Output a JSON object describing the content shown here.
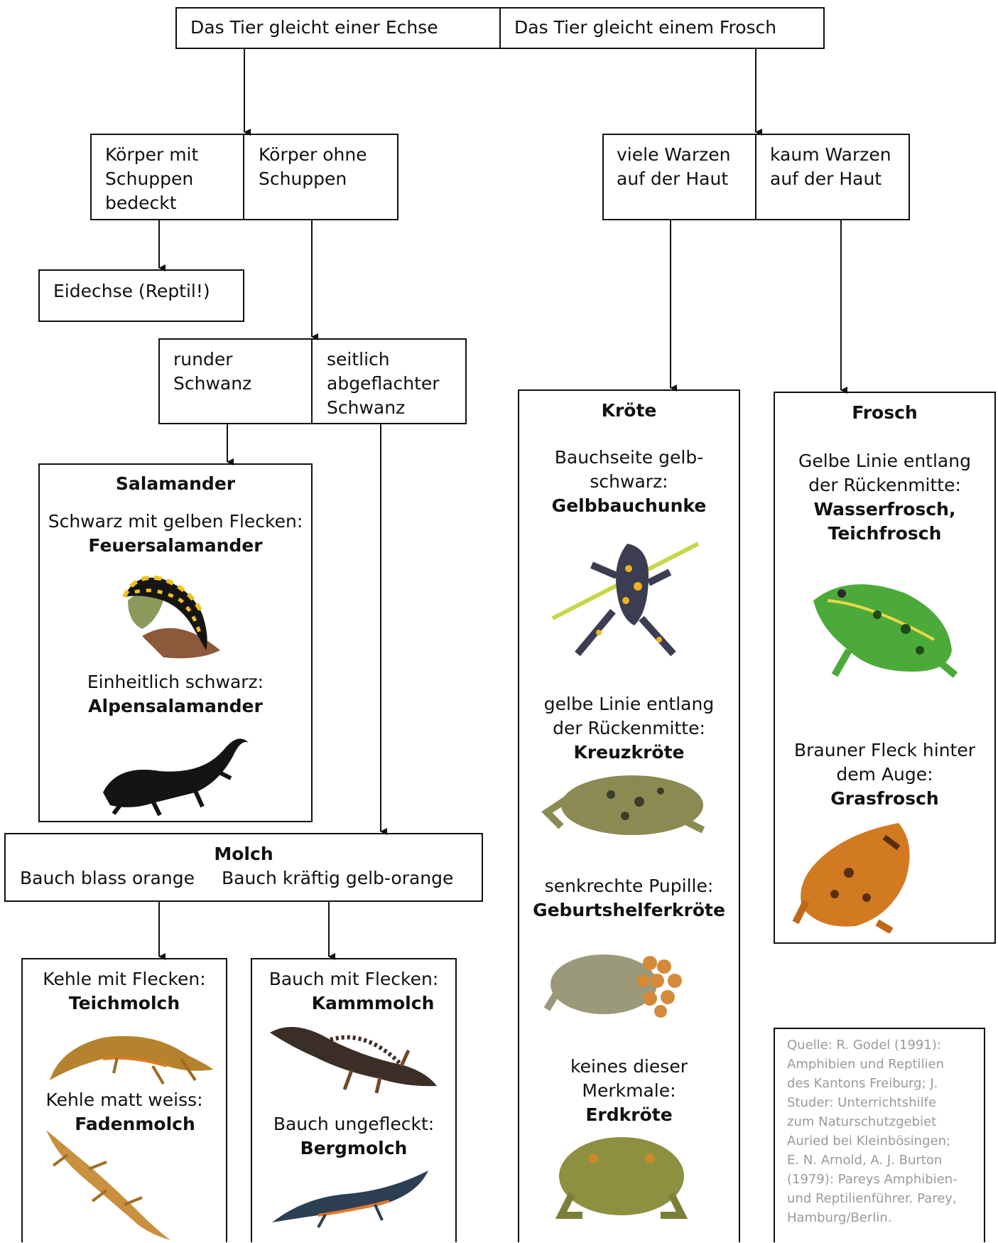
{
  "top": {
    "left": "Das Tier gleicht einer Echse",
    "right": "Das Tier gleicht einem Frosch"
  },
  "lizard_split": {
    "scales": [
      "Körper mit",
      "Schuppen",
      "bedeckt"
    ],
    "no_scales": [
      "Körper ohne",
      "Schuppen"
    ]
  },
  "eidechse": "Eidechse (Reptil!)",
  "tail": {
    "round": [
      "runder",
      "Schwanz"
    ],
    "flat": [
      "seitlich",
      "abgeflachter",
      "Schwanz"
    ]
  },
  "salamander": {
    "title": "Salamander",
    "desc1": "Schwarz mit gelben Flecken:",
    "name1": "Feuersalamander",
    "desc2": "Einheitlich schwarz:",
    "name2": "Alpensalamander"
  },
  "molch": {
    "title": "Molch",
    "left": "Bauch blass orange",
    "right": "Bauch kräftig gelb-orange",
    "a_desc1": "Kehle mit Flecken:",
    "a_name1": "Teichmolch",
    "a_desc2": "Kehle matt weiss:",
    "a_name2": "Fadenmolch",
    "b_desc1": "Bauch mit Flecken:",
    "b_name1": "Kammmolch",
    "b_desc2": "Bauch ungefleckt:",
    "b_name2": "Bergmolch"
  },
  "frog_split": {
    "warts": [
      "viele Warzen",
      "auf der Haut"
    ],
    "few_warts": [
      "kaum Warzen",
      "auf der Haut"
    ]
  },
  "kroete": {
    "title": "Kröte",
    "desc1": [
      "Bauchseite gelb-",
      "schwarz:"
    ],
    "name1": "Gelbbauchunke",
    "desc2": [
      "gelbe Linie entlang",
      "der Rückenmitte:"
    ],
    "name2": "Kreuzkröte",
    "desc3": "senkrechte Pupille:",
    "name3": "Geburtshelferkröte",
    "desc4": [
      "keines dieser",
      "Merkmale:"
    ],
    "name4": "Erdkröte"
  },
  "frosch": {
    "title": "Frosch",
    "desc1": [
      "Gelbe Linie entlang",
      "der Rückenmitte:"
    ],
    "name1": [
      "Wasserfrosch,",
      "Teichfrosch"
    ],
    "desc2": [
      "Brauner Fleck hinter",
      "dem Auge:"
    ],
    "name2": "Grasfrosch"
  },
  "source": [
    "Quelle: R. Godel (1991):",
    "Amphibien und Reptilien",
    "des Kantons Freiburg; J.",
    "Studer: Unterrichtshilfe",
    "zum Naturschutzgebiet",
    "Auried bei Kleinbösingen;",
    "E. N. Arnold, A. J. Burton",
    "(1979): Pareys Amphibien-",
    "und Reptilienführer. Parey,",
    "Hamburg/Berlin."
  ]
}
